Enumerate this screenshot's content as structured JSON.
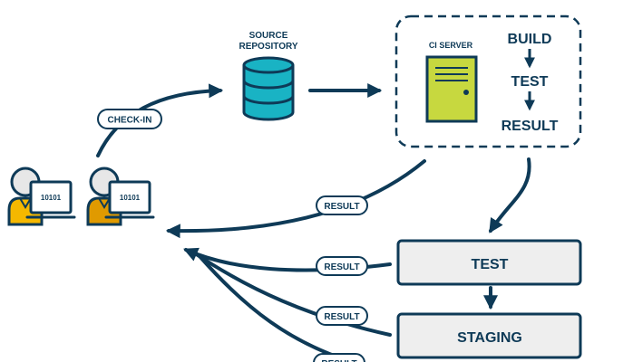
{
  "labels": {
    "source_repository_line1": "SOURCE",
    "source_repository_line2": "REPOSITORY",
    "ci_server": "CI SERVER",
    "build": "BUILD",
    "test": "TEST",
    "result": "RESULT",
    "check_in": "CHECK-IN",
    "result_pill": "RESULT",
    "stage_test": "TEST",
    "stage_staging": "STAGING",
    "developer_screen_text": "10101"
  },
  "colors": {
    "navy": "#0e3a57",
    "db_teal": "#19b3c4",
    "server_green": "#c7d83f",
    "dev_yellow": "#f5b800",
    "dev_orange": "#e09a00",
    "dev_head": "#e7e7e7",
    "stage_fill": "#eeeeee"
  },
  "icons": {
    "database": "database-icon",
    "server": "server-icon",
    "developer": "developer-icon"
  }
}
